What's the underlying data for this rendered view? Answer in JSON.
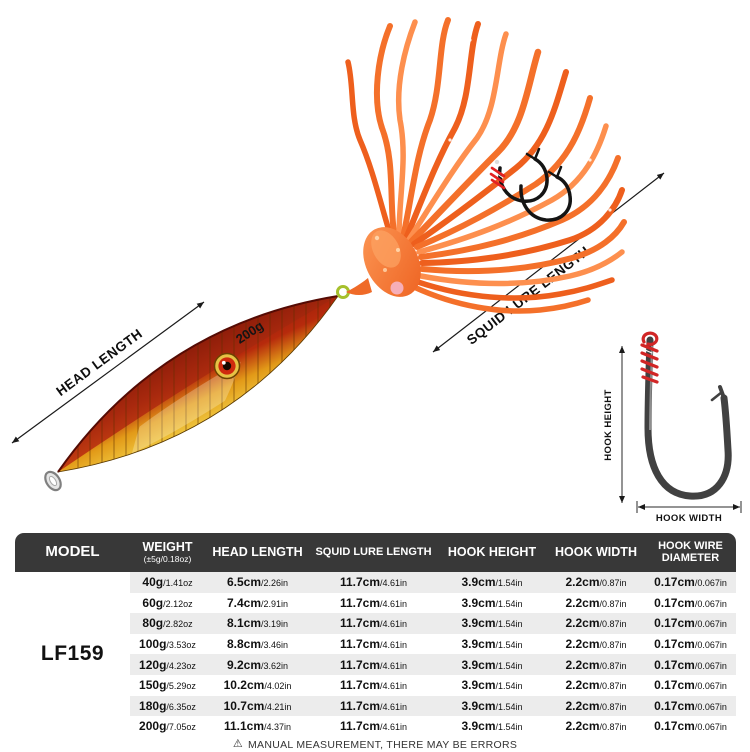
{
  "hero": {
    "weight_label": "200g",
    "labels": {
      "head_length": "HEAD LENGTH",
      "squid_lure_length": "SQUID LURE LENGTH",
      "hook_height": "HOOK HEIGHT",
      "hook_width": "HOOK WIDTH"
    },
    "icons": [
      "fishing-jig-lure",
      "squid-skirt",
      "assist-hooks",
      "hook-diagram"
    ],
    "colors": {
      "skirt_orange": "#f4702a",
      "jig_gold": "#e9b31e",
      "jig_red": "#9c1708",
      "thread_red": "#d42020"
    }
  },
  "table": {
    "headers": [
      {
        "label": "MODEL",
        "sub": ""
      },
      {
        "label": "WEIGHT",
        "sub": "(±5g/0.18oz)"
      },
      {
        "label": "HEAD LENGTH",
        "sub": ""
      },
      {
        "label": "SQUID LURE LENGTH",
        "sub": ""
      },
      {
        "label": "HOOK HEIGHT",
        "sub": ""
      },
      {
        "label": "HOOK WIDTH",
        "sub": ""
      },
      {
        "label": "HOOK WIRE DIAMETER",
        "sub": ""
      }
    ],
    "model": "LF159",
    "rows": [
      [
        [
          "40g",
          "/1.41oz"
        ],
        [
          "6.5cm",
          "/2.26in"
        ],
        [
          "11.7cm",
          "/4.61in"
        ],
        [
          "3.9cm",
          "/1.54in"
        ],
        [
          "2.2cm",
          "/0.87in"
        ],
        [
          "0.17cm",
          "/0.067in"
        ]
      ],
      [
        [
          "60g",
          "/2.12oz"
        ],
        [
          "7.4cm",
          "/2.91in"
        ],
        [
          "11.7cm",
          "/4.61in"
        ],
        [
          "3.9cm",
          "/1.54in"
        ],
        [
          "2.2cm",
          "/0.87in"
        ],
        [
          "0.17cm",
          "/0.067in"
        ]
      ],
      [
        [
          "80g",
          "/2.82oz"
        ],
        [
          "8.1cm",
          "/3.19in"
        ],
        [
          "11.7cm",
          "/4.61in"
        ],
        [
          "3.9cm",
          "/1.54in"
        ],
        [
          "2.2cm",
          "/0.87in"
        ],
        [
          "0.17cm",
          "/0.067in"
        ]
      ],
      [
        [
          "100g",
          "/3.53oz"
        ],
        [
          "8.8cm",
          "/3.46in"
        ],
        [
          "11.7cm",
          "/4.61in"
        ],
        [
          "3.9cm",
          "/1.54in"
        ],
        [
          "2.2cm",
          "/0.87in"
        ],
        [
          "0.17cm",
          "/0.067in"
        ]
      ],
      [
        [
          "120g",
          "/4.23oz"
        ],
        [
          "9.2cm",
          "/3.62in"
        ],
        [
          "11.7cm",
          "/4.61in"
        ],
        [
          "3.9cm",
          "/1.54in"
        ],
        [
          "2.2cm",
          "/0.87in"
        ],
        [
          "0.17cm",
          "/0.067in"
        ]
      ],
      [
        [
          "150g",
          "/5.29oz"
        ],
        [
          "10.2cm",
          "/4.02in"
        ],
        [
          "11.7cm",
          "/4.61in"
        ],
        [
          "3.9cm",
          "/1.54in"
        ],
        [
          "2.2cm",
          "/0.87in"
        ],
        [
          "0.17cm",
          "/0.067in"
        ]
      ],
      [
        [
          "180g",
          "/6.35oz"
        ],
        [
          "10.7cm",
          "/4.21in"
        ],
        [
          "11.7cm",
          "/4.61in"
        ],
        [
          "3.9cm",
          "/1.54in"
        ],
        [
          "2.2cm",
          "/0.87in"
        ],
        [
          "0.17cm",
          "/0.067in"
        ]
      ],
      [
        [
          "200g",
          "/7.05oz"
        ],
        [
          "11.1cm",
          "/4.37in"
        ],
        [
          "11.7cm",
          "/4.61in"
        ],
        [
          "3.9cm",
          "/1.54in"
        ],
        [
          "2.2cm",
          "/0.87in"
        ],
        [
          "0.17cm",
          "/0.067in"
        ]
      ]
    ]
  },
  "footer": {
    "icon": "⚠",
    "notice": "MANUAL MEASUREMENT, THERE MAY BE ERRORS"
  }
}
